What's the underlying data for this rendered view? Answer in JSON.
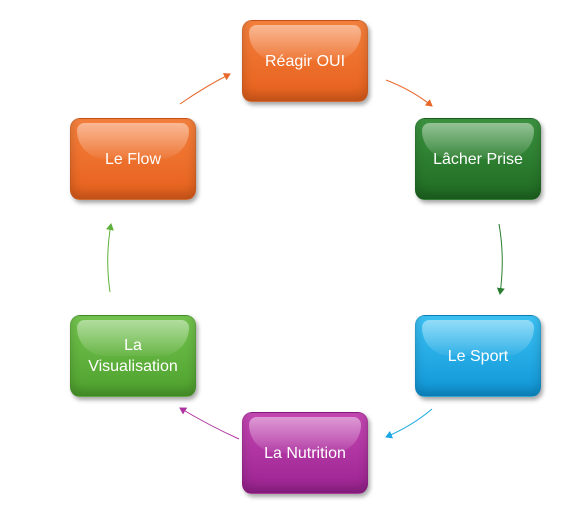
{
  "nodes": [
    {
      "id": "reagir",
      "label": "Réagir OUI",
      "color": "#e8682a"
    },
    {
      "id": "lacher",
      "label": "Lâcher Prise",
      "color": "#2a7d2e"
    },
    {
      "id": "sport",
      "label": "Le Sport",
      "color": "#1aa7e3"
    },
    {
      "id": "nutrition",
      "label": "La Nutrition",
      "color": "#ae33a0"
    },
    {
      "id": "visual",
      "label": "La Visualisation",
      "color": "#5eb13a"
    },
    {
      "id": "flow",
      "label": "Le Flow",
      "color": "#e8682a"
    }
  ],
  "arrows": [
    {
      "from": "reagir",
      "to": "lacher",
      "color": "#e8682a"
    },
    {
      "from": "lacher",
      "to": "sport",
      "color": "#2a7d2e"
    },
    {
      "from": "sport",
      "to": "nutrition",
      "color": "#1aa7e3"
    },
    {
      "from": "nutrition",
      "to": "visual",
      "color": "#ae33a0"
    },
    {
      "from": "visual",
      "to": "flow",
      "color": "#5eb13a"
    },
    {
      "from": "flow",
      "to": "reagir",
      "color": "#e8682a"
    }
  ]
}
